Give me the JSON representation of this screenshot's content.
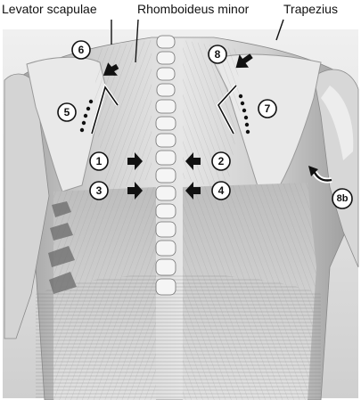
{
  "labels": {
    "levator": "Levator scapulae",
    "rhomboideus": "Rhomboideus minor",
    "trapezius": "Trapezius"
  },
  "markers": {
    "m1": "1",
    "m2": "2",
    "m3": "3",
    "m4": "4",
    "m5": "5",
    "m6": "6",
    "m7": "7",
    "m8": "8",
    "m8b": "8b"
  },
  "colors": {
    "skin_light": "#e8e8e8",
    "muscle_mid": "#b8b8b8",
    "muscle_dark": "#7a7a7a",
    "line": "#111111"
  }
}
